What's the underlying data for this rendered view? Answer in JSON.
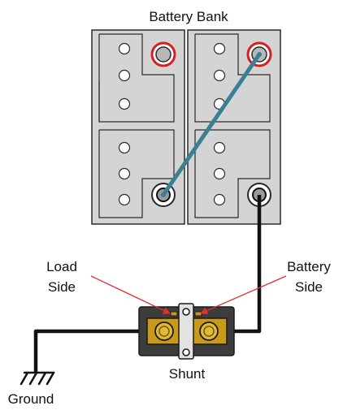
{
  "labels": {
    "title": "Battery Bank",
    "load_side_line1": "Load",
    "load_side_line2": "Side",
    "battery_side_line1": "Battery",
    "battery_side_line2": "Side",
    "shunt": "Shunt",
    "ground": "Ground"
  },
  "colors": {
    "battery_fill": "#d4d4d4",
    "outline": "#2a2a2a",
    "highlight_ring": "#d81f1f",
    "jumper": "#3b7f95",
    "cable": "#111111",
    "pointer_arrow": "#e03030",
    "shunt_base": "#3d3d3d",
    "shunt_gold": "#c99a1a"
  },
  "icons": {
    "ground": "ground-symbol-icon",
    "terminal": "battery-terminal-icon",
    "bolt": "shunt-bolt-icon"
  }
}
